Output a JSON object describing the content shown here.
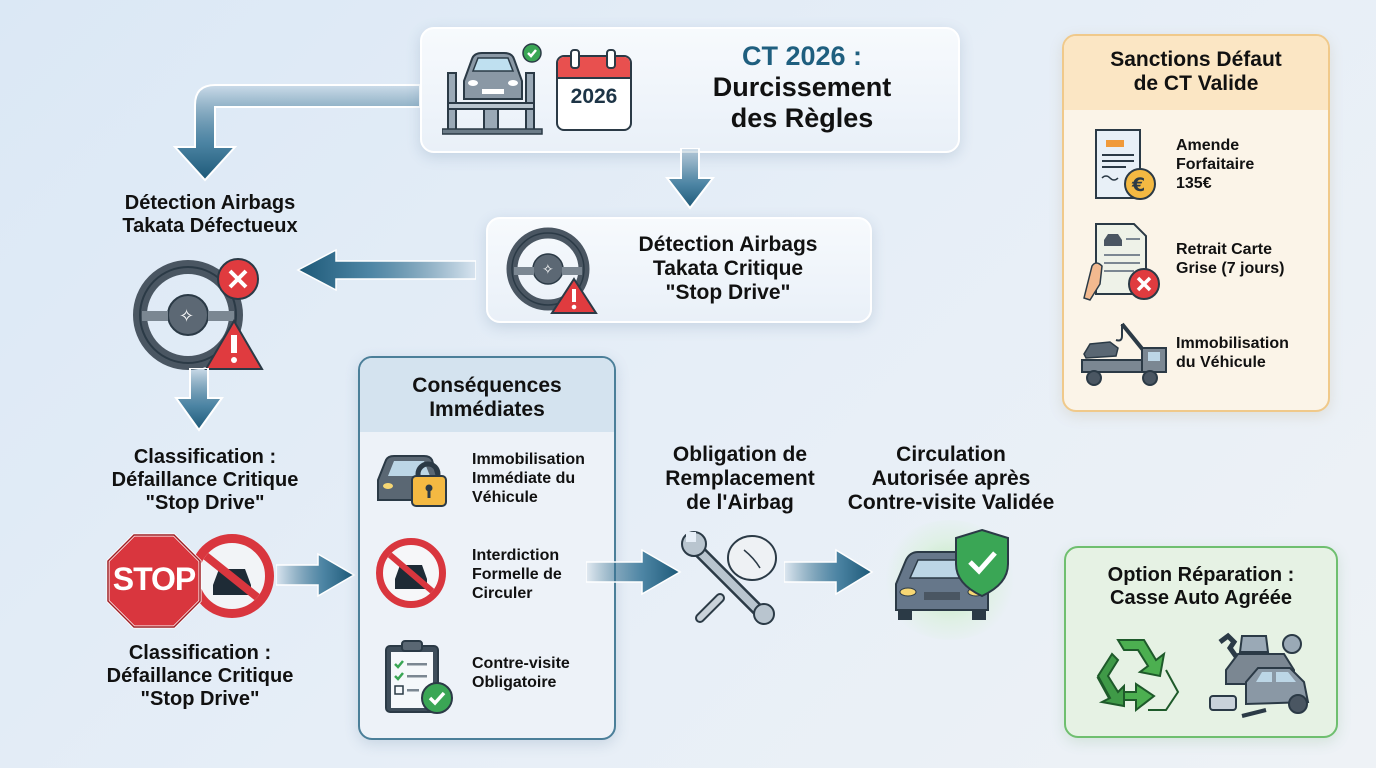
{
  "header_card": {
    "title_line1": "CT 2026 :",
    "title_line2": "Durcissement",
    "title_line3": "des Règles",
    "calendar_year": "2026",
    "accent_color": "#1f5f7f"
  },
  "detection_critique_card": {
    "line1": "Détection Airbags",
    "line2": "Takata Critique",
    "line3": "\"Stop Drive\""
  },
  "left_column": {
    "detection_line1": "Détection Airbags",
    "detection_line2": "Takata Défectueux",
    "classification1_line1": "Classification :",
    "classification1_line2": "Défaillance Critique",
    "classification1_line3": "\"Stop Drive\"",
    "stop_sign_text": "STOP",
    "classification2_line1": "Classification :",
    "classification2_line2": "Défaillance Critique",
    "classification2_line3": "\"Stop Drive\""
  },
  "consequences_card": {
    "title_line1": "Conséquences",
    "title_line2": "Immédiates",
    "items": [
      {
        "icon": "car-lock-icon",
        "line1": "Immobilisation",
        "line2": "Immédiate du",
        "line3": "Véhicule"
      },
      {
        "icon": "no-car-icon",
        "line1": "Interdiction",
        "line2": "Formelle de",
        "line3": "Circuler"
      },
      {
        "icon": "clipboard-check-icon",
        "line1": "Contre-visite",
        "line2": "Obligatoire"
      }
    ]
  },
  "obligation": {
    "line1": "Obligation de",
    "line2": "Remplacement",
    "line3": "de l'Airbag"
  },
  "circulation": {
    "line1": "Circulation",
    "line2": "Autorisée après",
    "line3": "Contre-visite Validée"
  },
  "sanctions_card": {
    "title_line1": "Sanctions Défaut",
    "title_line2": "de CT Valide",
    "items": [
      {
        "icon": "receipt-euro-icon",
        "line1": "Amende",
        "line2": "Forfaitaire",
        "line3": "135€"
      },
      {
        "icon": "registration-revoked-icon",
        "line1": "Retrait Carte",
        "line2": "Grise (7 jours)"
      },
      {
        "icon": "tow-truck-icon",
        "line1": "Immobilisation",
        "line2": "du Véhicule"
      }
    ],
    "border_color": "#f0c98a",
    "header_bg": "#fbe6c4"
  },
  "repair_card": {
    "title_line1": "Option Réparation :",
    "title_line2": "Casse Auto Agréée",
    "border_color": "#6fbf6f"
  },
  "colors": {
    "arrow": "#215f80",
    "danger": "#d9363e",
    "success": "#3aa655",
    "warning_yellow": "#f4b942"
  }
}
